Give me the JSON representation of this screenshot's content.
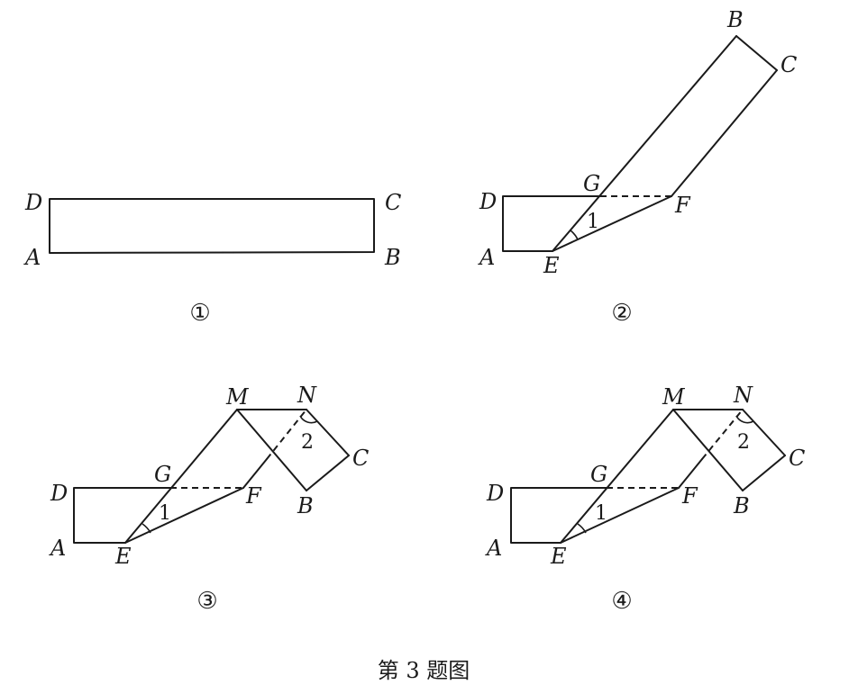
{
  "figure_title": "第 3 题图",
  "panels": [
    {
      "caption": "①",
      "labels": {
        "A": "A",
        "B": "B",
        "C": "C",
        "D": "D"
      }
    },
    {
      "caption": "②",
      "labels": {
        "A": "A",
        "B": "B",
        "C": "C",
        "D": "D",
        "E": "E",
        "F": "F",
        "G": "G"
      },
      "angles": {
        "a1": "1"
      }
    },
    {
      "caption": "③",
      "labels": {
        "A": "A",
        "B": "B",
        "C": "C",
        "D": "D",
        "E": "E",
        "F": "F",
        "G": "G",
        "M": "M",
        "N": "N"
      },
      "angles": {
        "a1": "1",
        "a2": "2"
      }
    },
    {
      "caption": "④",
      "labels": {
        "A": "A",
        "B": "B",
        "C": "C",
        "D": "D",
        "E": "E",
        "F": "F",
        "G": "G",
        "M": "M",
        "N": "N"
      },
      "angles": {
        "a1": "1",
        "a2": "2"
      }
    }
  ]
}
